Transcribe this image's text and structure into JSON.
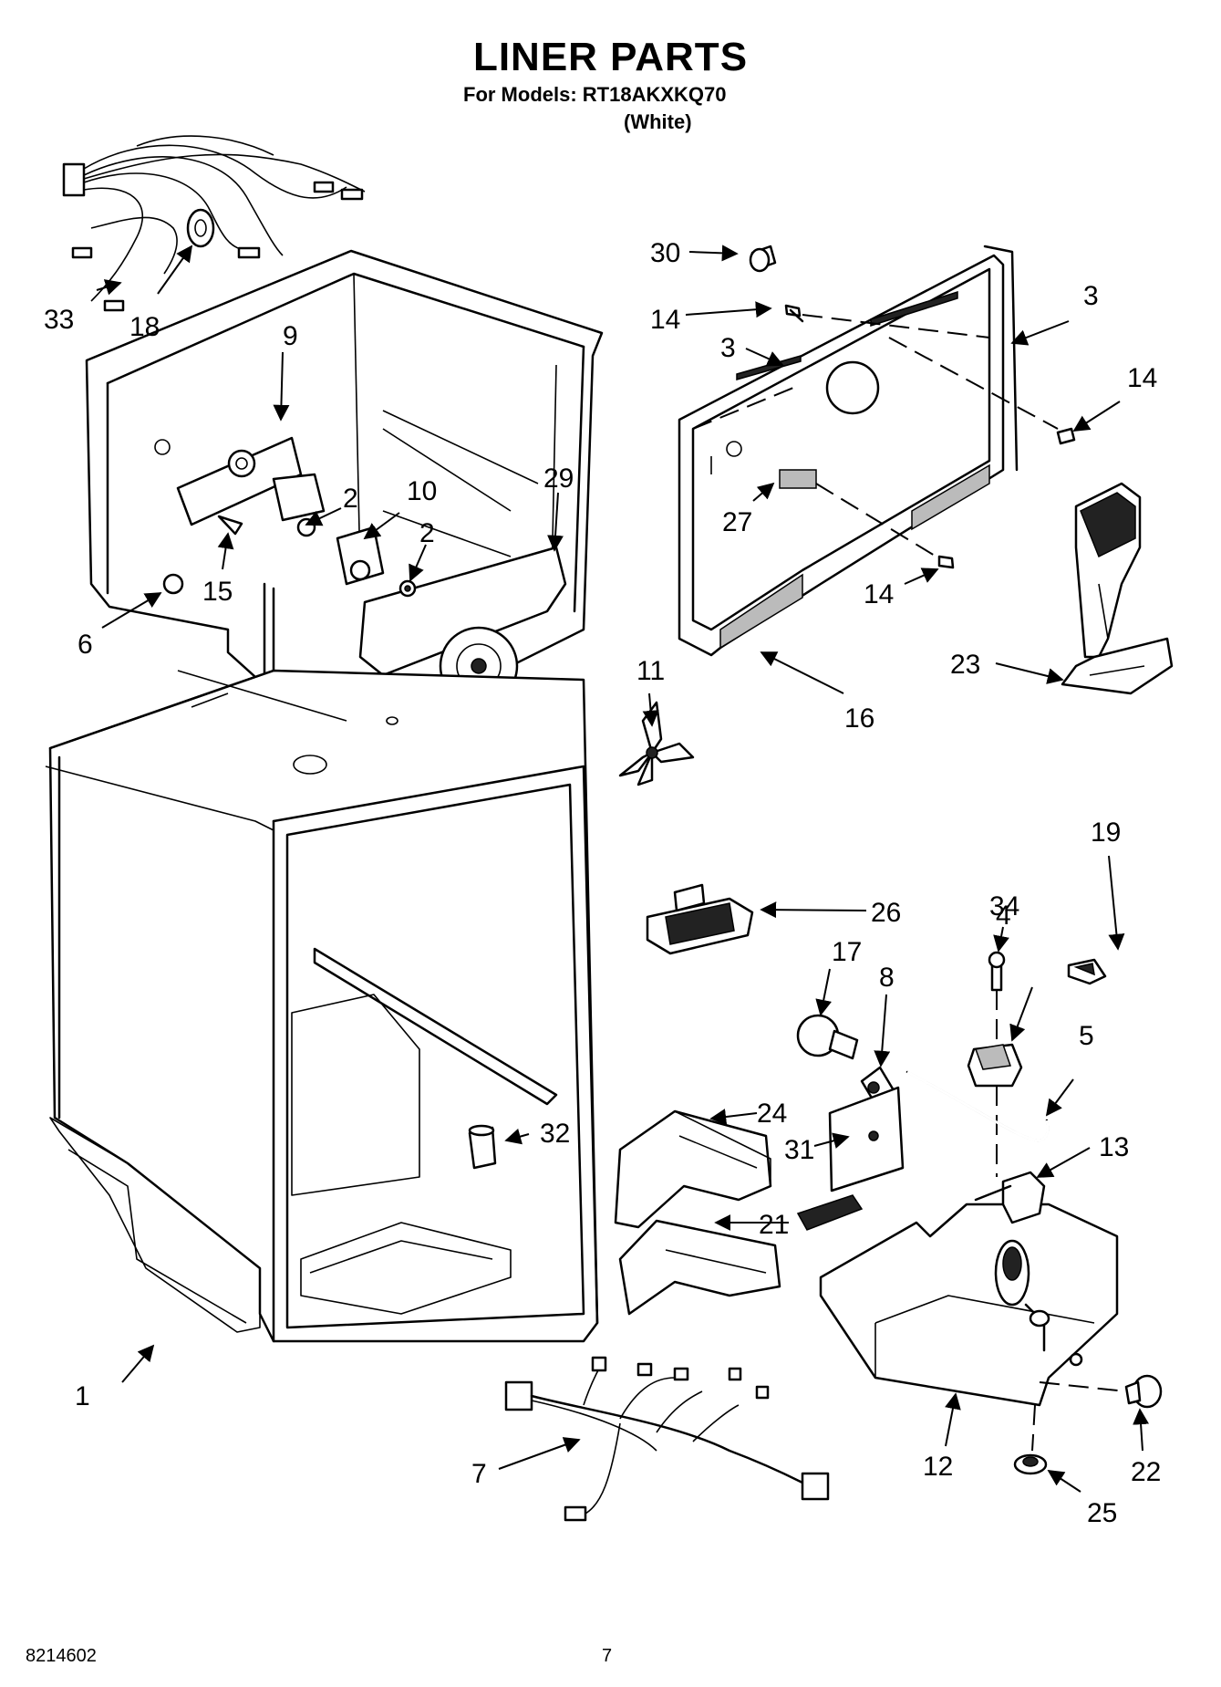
{
  "header": {
    "title": "LINER PARTS",
    "models_line": "For Models: RT18AKXKQ70",
    "color_line": "(White)"
  },
  "footer": {
    "doc_number": "8214602",
    "page_number": "7"
  },
  "callouts": [
    "1",
    "2",
    "2",
    "3",
    "3",
    "4",
    "5",
    "6",
    "7",
    "8",
    "9",
    "10",
    "11",
    "12",
    "13",
    "14",
    "14",
    "14",
    "15",
    "16",
    "17",
    "18",
    "19",
    "21",
    "22",
    "23",
    "24",
    "25",
    "26",
    "27",
    "29",
    "30",
    "31",
    "32",
    "33",
    "34"
  ]
}
